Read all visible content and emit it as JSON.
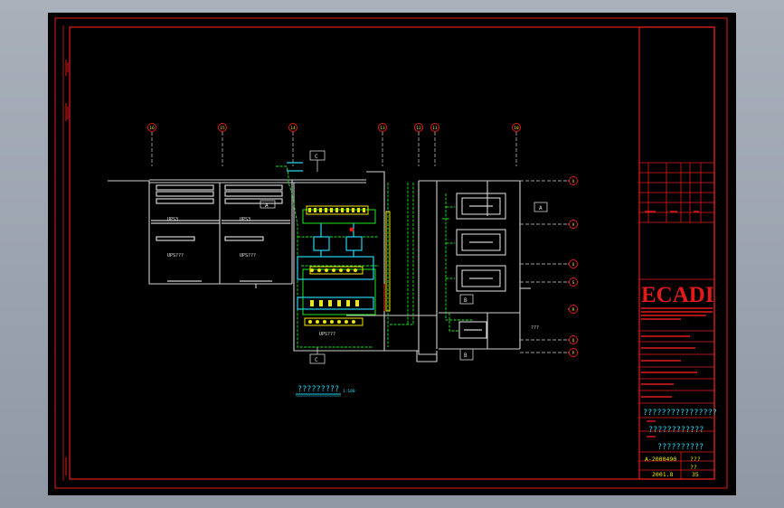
{
  "grid_bubbles": {
    "top": [
      "16",
      "15",
      "14",
      "13",
      "12",
      "11",
      "10"
    ],
    "right": [
      "X",
      "V",
      "U",
      "S",
      "R",
      "Q",
      "P"
    ]
  },
  "area_labels": {
    "c_top": "C",
    "c_bottom": "C",
    "a_left": "A",
    "a_right": "A",
    "b_right": "B",
    "b_bottom": "B",
    "ups_left": "UPS3",
    "ups_mid": "UPS3",
    "ups_main": "UPS???",
    "batt_left": "UPS???",
    "batt_mid": "UPS???",
    "note_right": "???"
  },
  "plan_caption": {
    "title": "?????????",
    "scale": "1:100"
  },
  "title_block": {
    "logo": "ECADI",
    "project_title_1": "????????????????",
    "project_title_2": "????????????",
    "drawing_title": "??????????",
    "drawing_no": "A-2000490",
    "sheet_label": "???",
    "date": "2001.8",
    "sheet_no_label": "??",
    "sheet_no": "35"
  }
}
